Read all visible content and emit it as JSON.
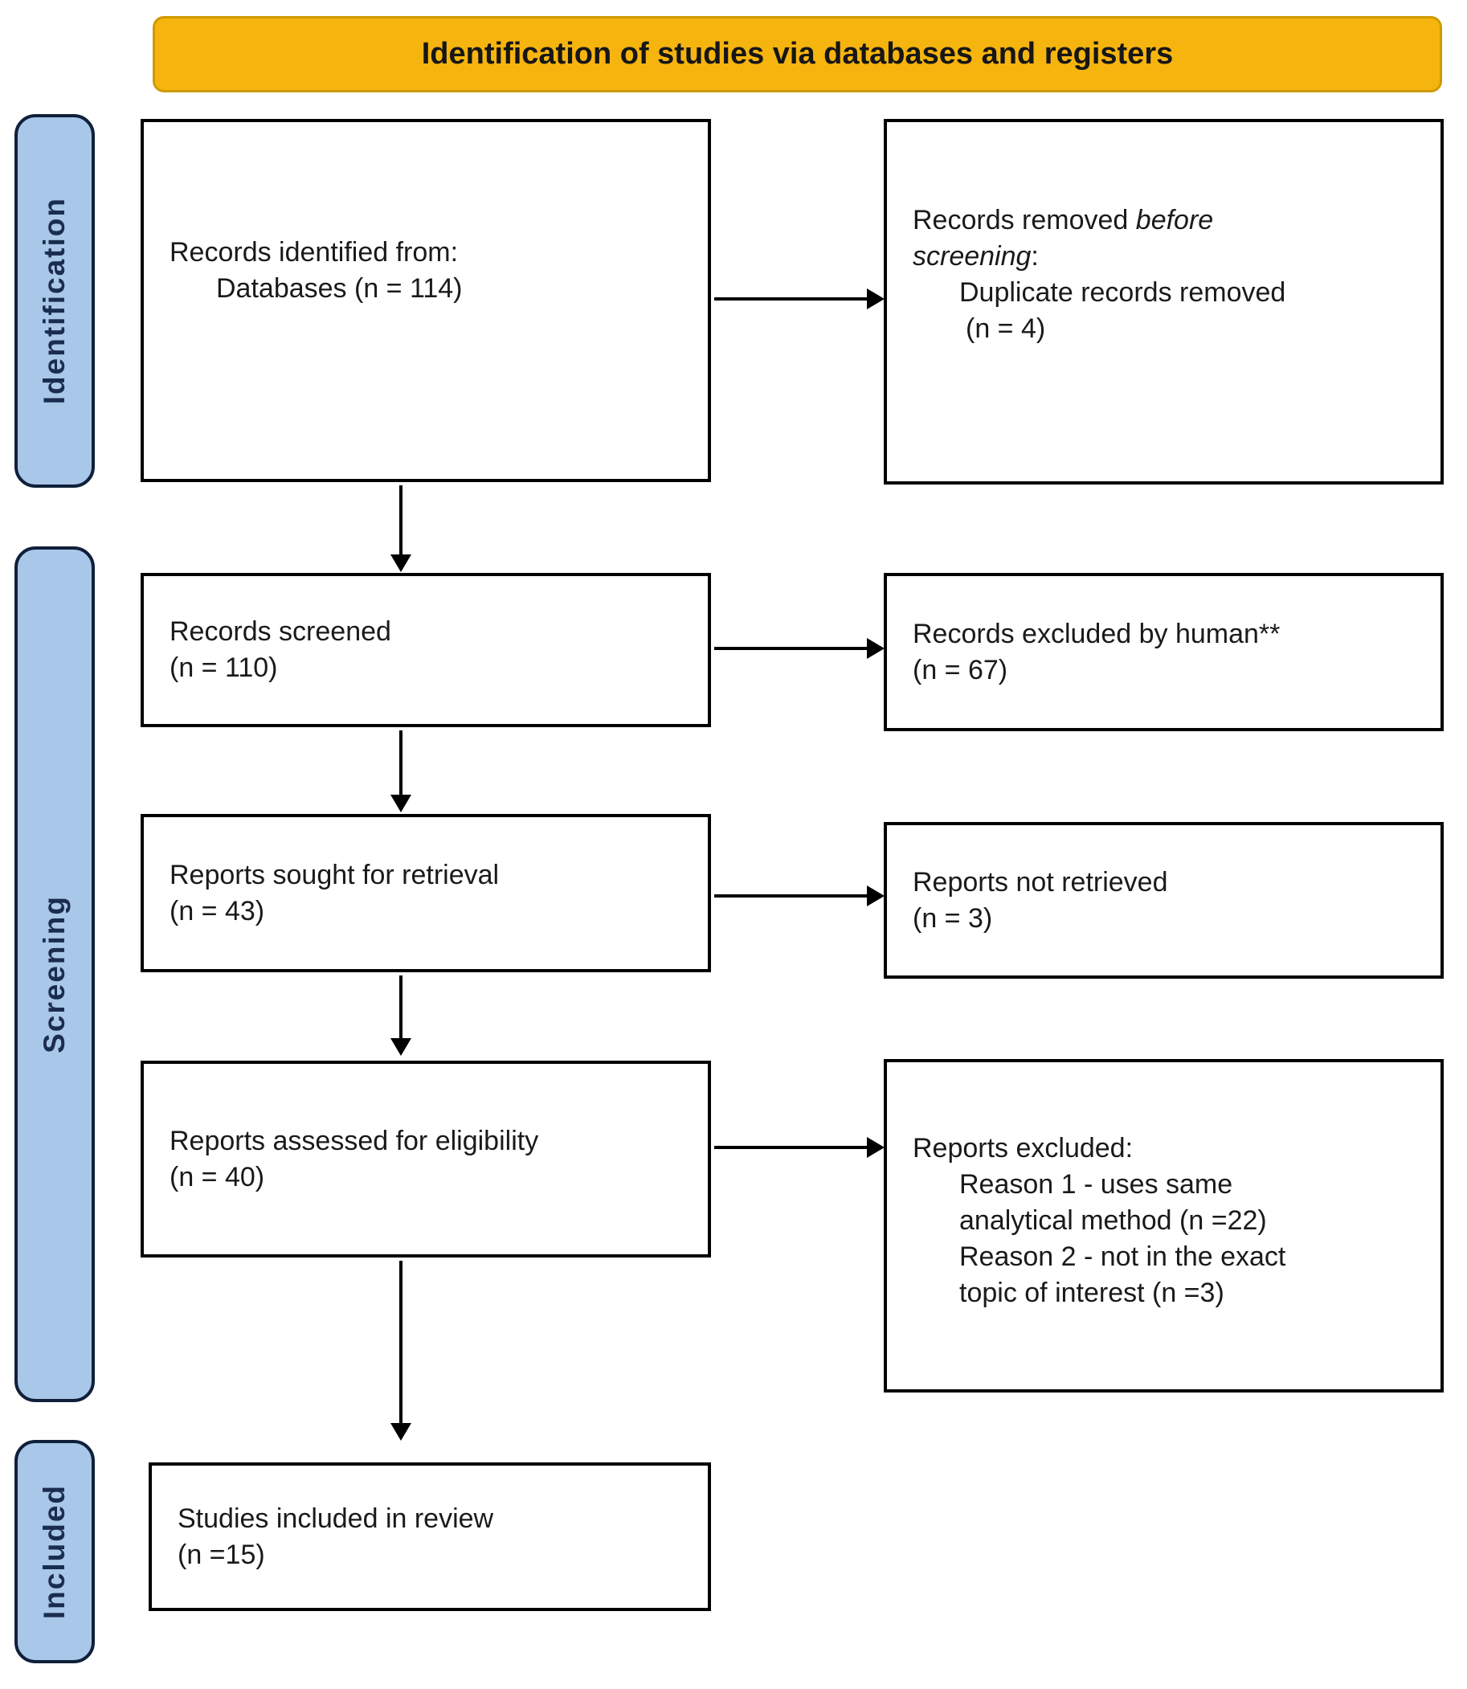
{
  "banner": {
    "title": "Identification of studies via databases and registers"
  },
  "sidebar": {
    "identification": "Identification",
    "screening": "Screening",
    "included": "Included"
  },
  "boxes": {
    "identified": {
      "line1": "Records identified from:",
      "line2": "Databases (n = 114)"
    },
    "removed": {
      "l1_normal": "Records removed ",
      "l1_italic": "before",
      "l2_italic": "screening",
      "l2_colon": ":",
      "l3": "Duplicate records removed",
      "l4": "(n = 4)"
    },
    "screened": {
      "line1": "Records screened",
      "line2": "(n = 110)"
    },
    "excluded_human": {
      "line1": "Records excluded by human**",
      "line2": "(n = 67)"
    },
    "sought": {
      "line1": "Reports sought for retrieval",
      "line2": "(n = 43)"
    },
    "not_retrieved": {
      "line1": "Reports not retrieved",
      "line2": "(n = 3)"
    },
    "assessed": {
      "line1": "Reports assessed for eligibility",
      "line2": "(n = 40)"
    },
    "reports_excluded": {
      "head": "Reports excluded:",
      "r1a": "Reason 1 - uses same",
      "r1b": "analytical method (n =22)",
      "r2a": "Reason 2 - not in the exact",
      "r2b": "topic of interest (n =3)"
    },
    "included_review": {
      "line1": "Studies included in review",
      "line2": "(n =15)"
    }
  },
  "colors": {
    "banner_fill": "#F6B40F",
    "banner_border": "#CE9A00",
    "sidebar_fill": "#A9C7E8",
    "sidebar_border": "#10203A",
    "sidebar_text": "#1B2D4F",
    "box_border": "#000000"
  }
}
